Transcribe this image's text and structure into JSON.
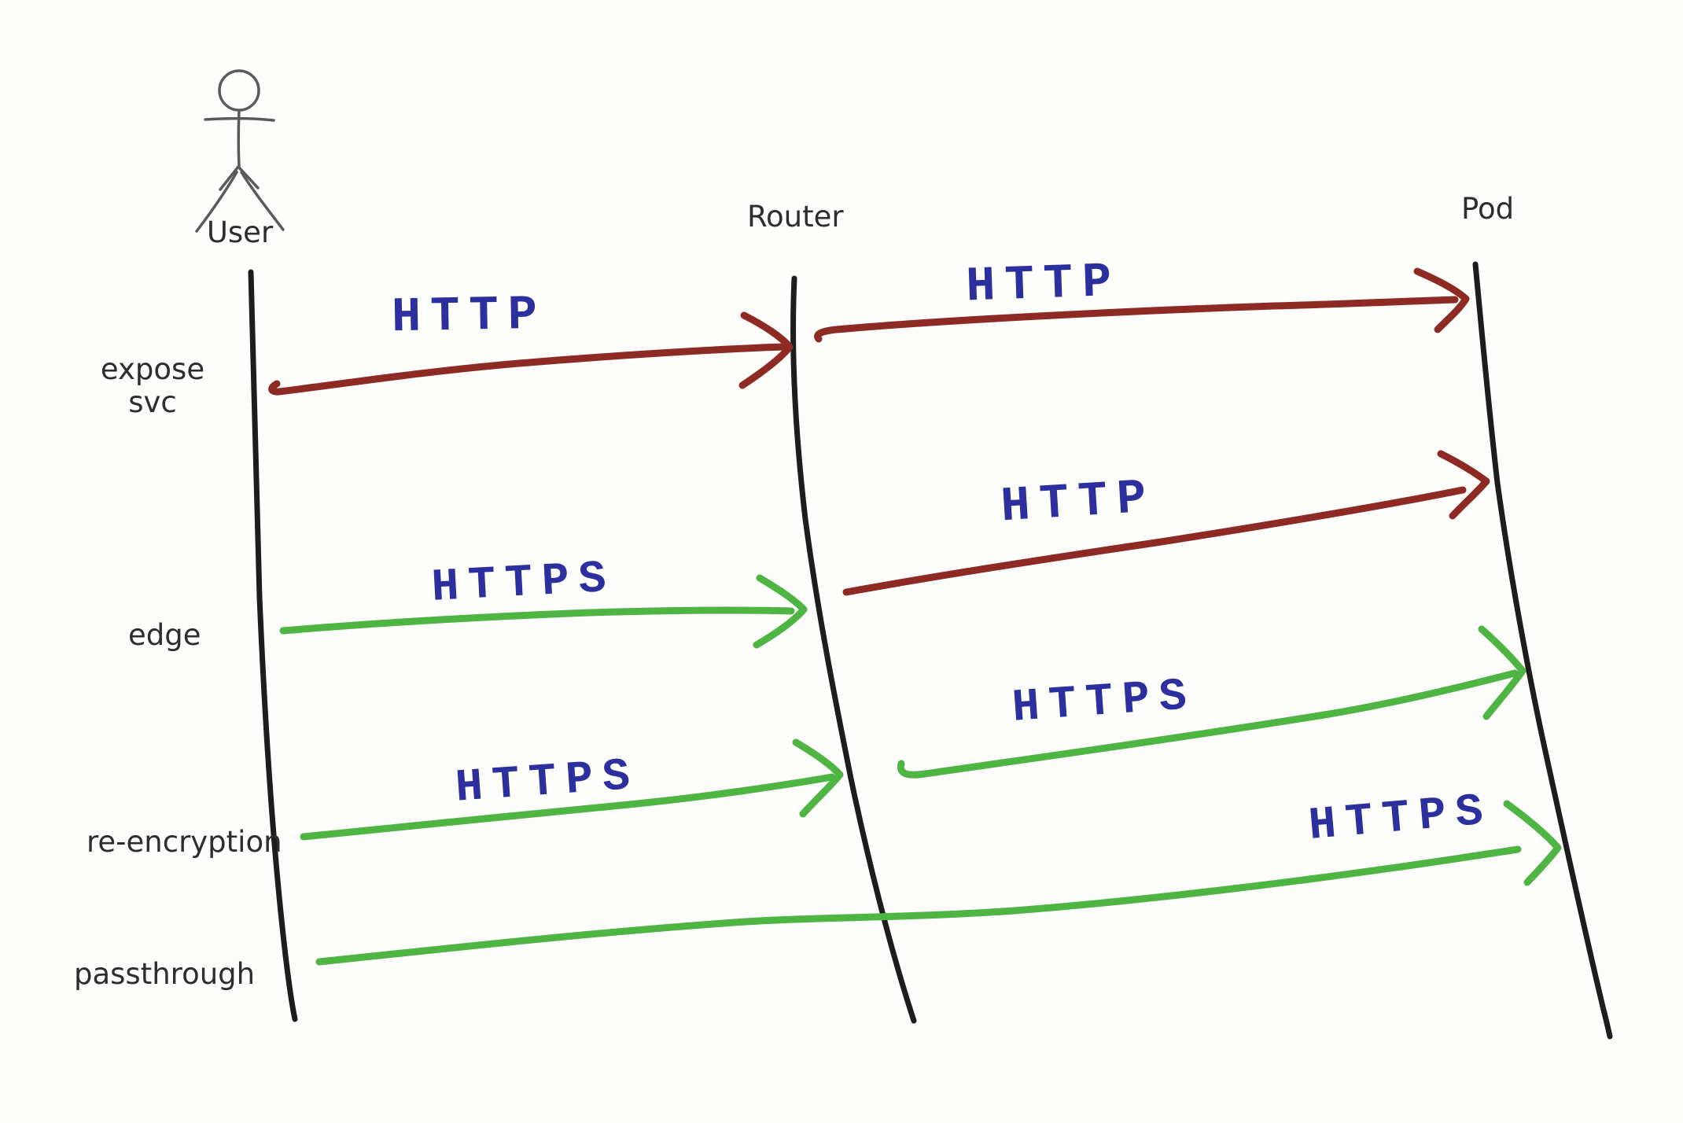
{
  "colors": {
    "http": "#8e2a24",
    "https": "#4eb442",
    "protocol_text": "#2c2f9e",
    "lifeline": "#1d1d1d",
    "label_text": "#2d2d2d",
    "actor_figure": "#5a5a5a",
    "background": "#fdfdfc"
  },
  "actors": {
    "user": "User",
    "router": "Router",
    "pod": "Pod"
  },
  "rows": {
    "expose_svc": {
      "label_line1": "expose",
      "label_line2": "svc"
    },
    "edge": {
      "label": "edge"
    },
    "reencryption": {
      "label": "re-encryption"
    },
    "passthrough": {
      "label": "passthrough"
    }
  },
  "messages": {
    "expose_user_router": "HTTP",
    "expose_router_pod": "HTTP",
    "edge_user_router": "HTTPS",
    "edge_router_pod": "HTTP",
    "reencryption_user_router": "HTTPS",
    "reencryption_router_pod": "HTTPS",
    "passthrough_user_pod": "HTTPS"
  }
}
